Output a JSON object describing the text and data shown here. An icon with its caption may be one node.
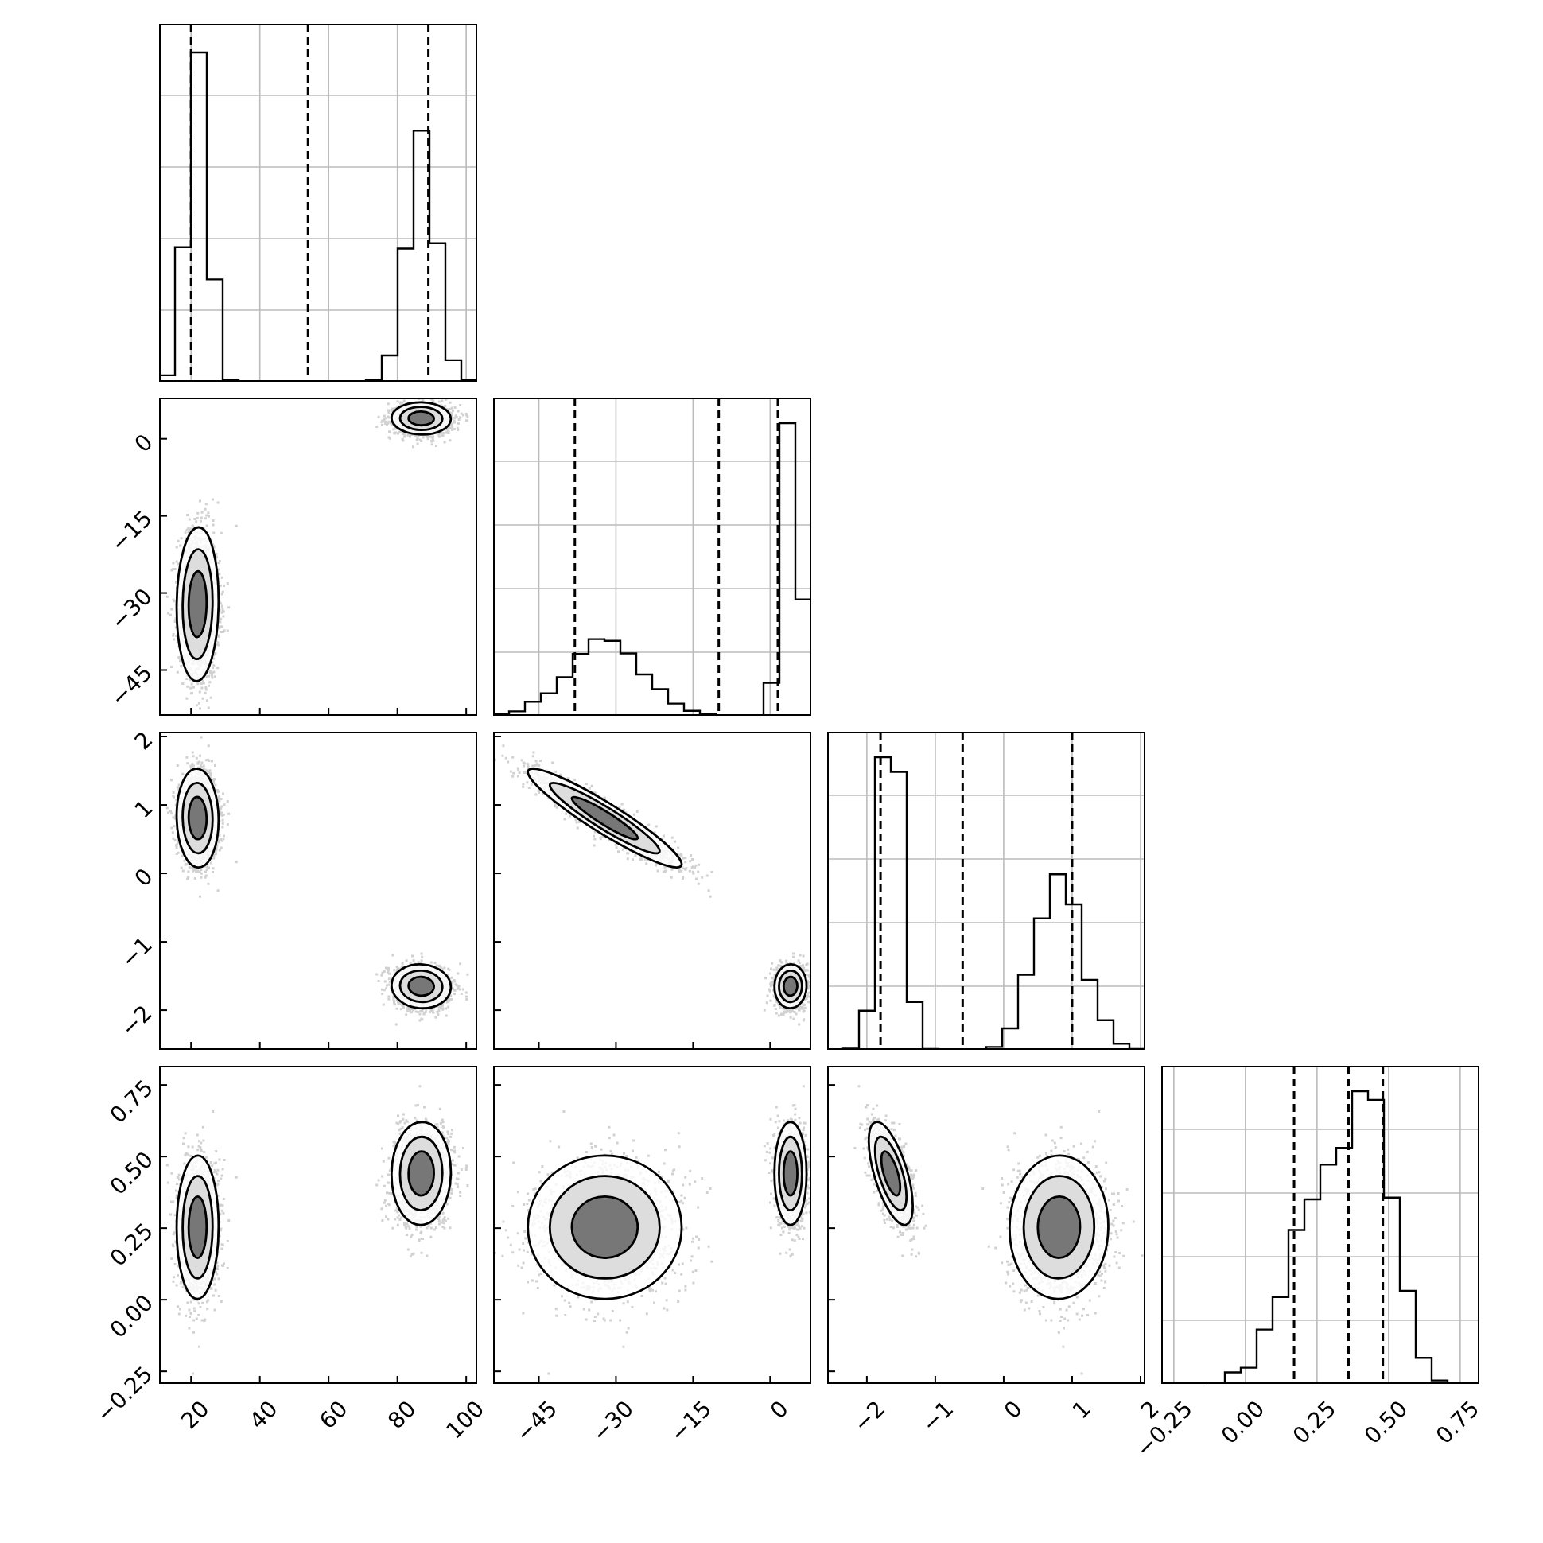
{
  "diagram": {
    "labels": [
      "0",
      "−15",
      "−30",
      "−45",
      "2",
      "1",
      "0",
      "−1",
      "−2",
      "0.75",
      "0.50",
      "0.25",
      "0.00",
      "−0.25",
      "20",
      "40",
      "60",
      "80",
      "100",
      "−45",
      "−30",
      "−15",
      "0",
      "−2",
      "−1",
      "0",
      "1",
      "2",
      "−0.25",
      "0.00",
      "0.25",
      "0.50",
      "0.75"
    ]
  }
}
